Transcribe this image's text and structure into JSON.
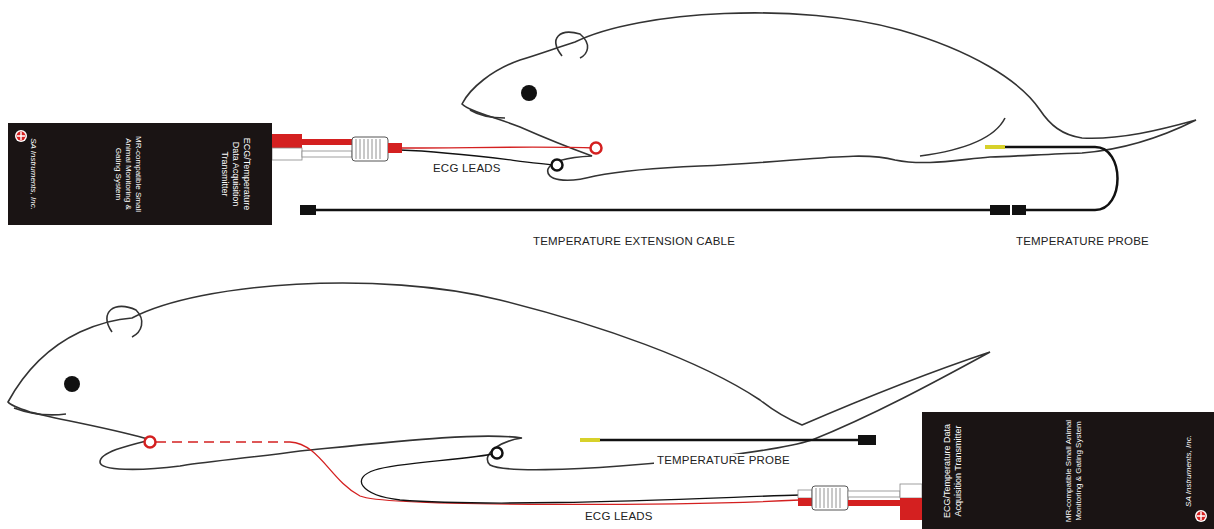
{
  "diagram": {
    "nodes": [
      {
        "text": [
          "ECG/Temperature Data Acquisition Transmitter",
          "MR-compatible Small Animal Monitoring & Gating System",
          "SA Instruments, Inc."
        ]
      },
      {
        "text": [
          "ECG/Temperature Data Acquisition Transmitter",
          "MR-compatible Small Animal Monitoring & Gating System",
          "SA Instruments, Inc."
        ]
      }
    ],
    "labels": [
      "ECG LEADS",
      "TEMPERATURE EXTENSION CABLE",
      "TEMPERATURE PROBE",
      "TEMPERATURE PROBE",
      "ECG LEADS"
    ]
  }
}
